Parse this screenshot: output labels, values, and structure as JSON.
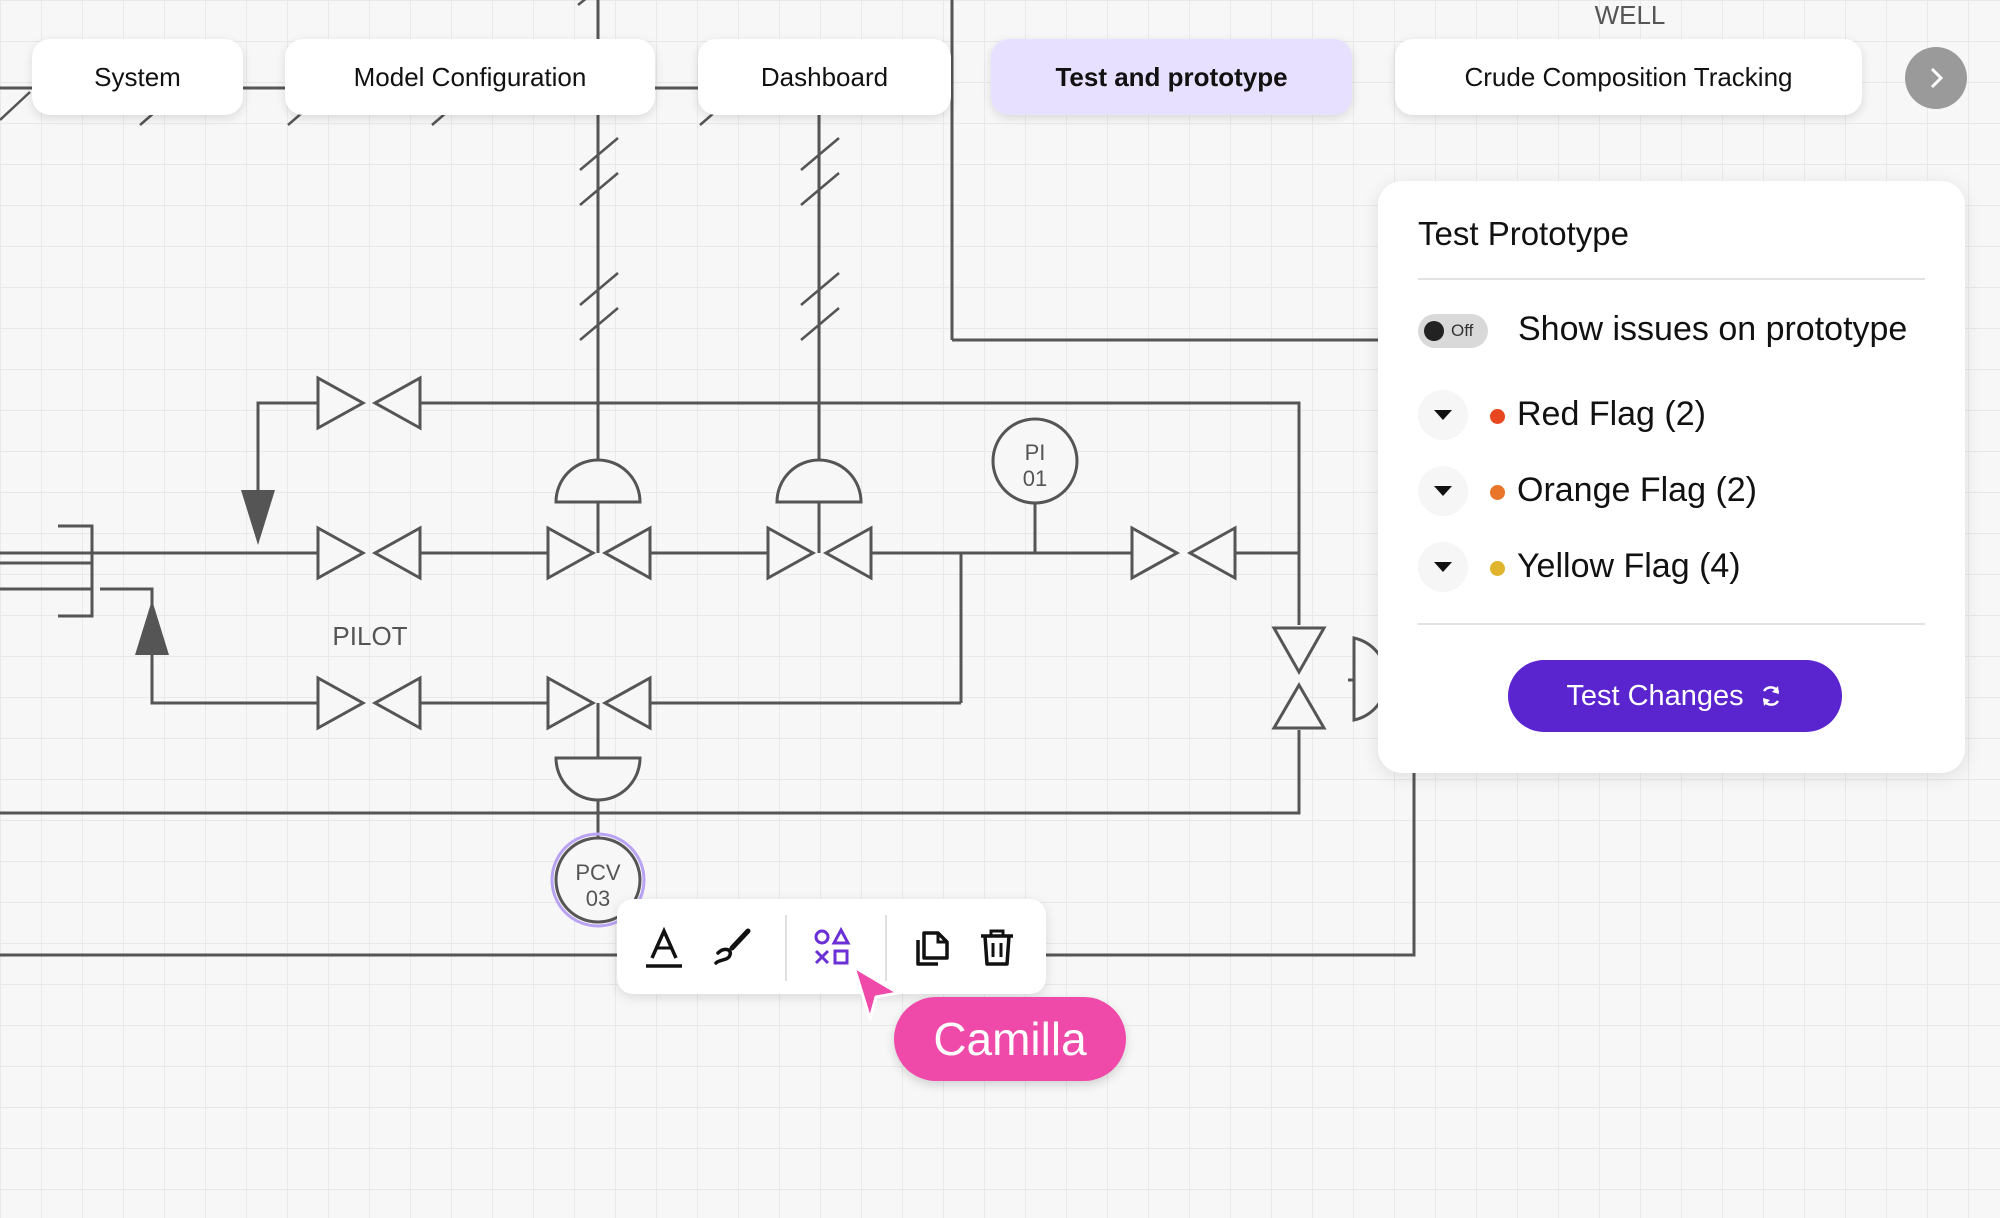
{
  "tabs": [
    {
      "label": "System",
      "active": false
    },
    {
      "label": "Model Configuration",
      "active": false
    },
    {
      "label": "Dashboard",
      "active": false
    },
    {
      "label": "Test and prototype",
      "active": true
    },
    {
      "label": "Crude Composition Tracking",
      "active": false
    }
  ],
  "diagram": {
    "well_label": "WELL",
    "pilot_label": "PILOT",
    "pi_tag": {
      "line1": "PI",
      "line2": "01"
    },
    "pcv_tag": {
      "line1": "PCV",
      "line2": "03"
    }
  },
  "panel": {
    "title": "Test Prototype",
    "toggle": {
      "state_text": "Off",
      "label": "Show issues on prototype"
    },
    "flags": [
      {
        "label": "Red Flag (2)",
        "color": "#e8471f"
      },
      {
        "label": "Orange Flag (2)",
        "color": "#e8752a"
      },
      {
        "label": "Yellow Flag (4)",
        "color": "#e0b42c"
      }
    ],
    "button_label": "Test Changes"
  },
  "toolbar": {
    "tools": [
      "text-style-icon",
      "brush-icon",
      "shapes-icon",
      "copy-icon",
      "trash-icon"
    ]
  },
  "collaborator": {
    "name": "Camilla",
    "color": "#ef4aa9"
  },
  "colors": {
    "accent": "#5a24cf",
    "active_tab": "#e8e0ff",
    "line": "#555555"
  }
}
